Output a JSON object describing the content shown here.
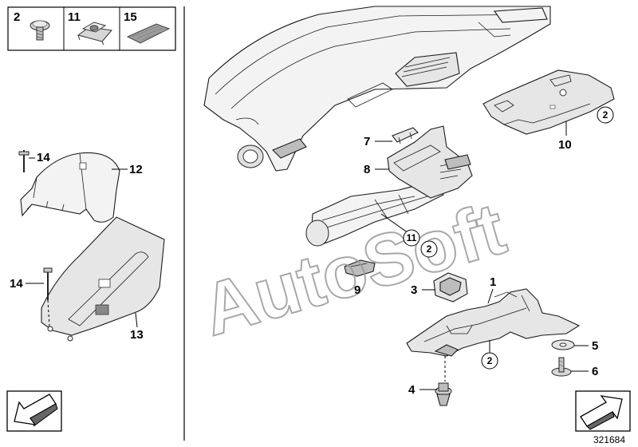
{
  "legend": [
    {
      "number": "2",
      "icon": "screw-icon"
    },
    {
      "number": "11",
      "icon": "nut-clip-icon"
    },
    {
      "number": "15",
      "icon": "felt-pad-icon"
    }
  ],
  "callouts": {
    "p1": "1",
    "p2a": "2",
    "p2b": "2",
    "p2c": "2",
    "p3": "3",
    "p4": "4",
    "p5": "5",
    "p6": "6",
    "p7": "7",
    "p8": "8",
    "p9": "9",
    "p10": "10",
    "p11": "11",
    "p12": "12",
    "p13": "13",
    "p14a": "14",
    "p14b": "14"
  },
  "watermark": "AutoSoft",
  "reference_number": "321684",
  "nav": {
    "back": "arrow-down-left-icon",
    "forward": "arrow-up-right-icon"
  }
}
